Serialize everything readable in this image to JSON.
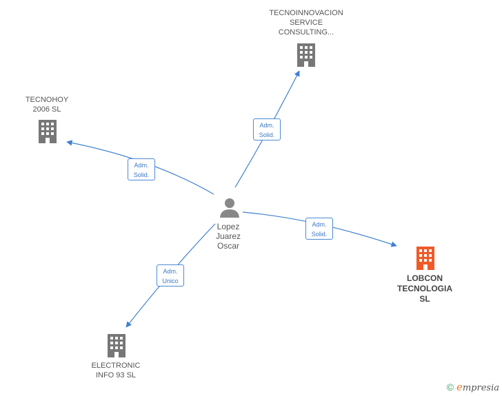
{
  "colors": {
    "edge": "#3d7fd0",
    "building": "#777777",
    "building_highlight": "#f05a28",
    "person": "#888888"
  },
  "person": {
    "name_lines": [
      "Lopez",
      "Juarez",
      "Oscar"
    ],
    "icon": "person-icon"
  },
  "companies": [
    {
      "id": "tecnoinnovacion",
      "lines": [
        "TECNOINNOVACION",
        "SERVICE",
        "CONSULTING..."
      ],
      "icon": "building-icon",
      "highlight": false
    },
    {
      "id": "tecnohoy",
      "lines": [
        "TECNOHOY",
        "2006 SL"
      ],
      "icon": "building-icon",
      "highlight": false
    },
    {
      "id": "lobcon",
      "lines": [
        "LOBCON",
        "TECNOLOGIA",
        "SL"
      ],
      "icon": "building-icon",
      "highlight": true
    },
    {
      "id": "electronic",
      "lines": [
        "ELECTRONIC",
        "INFO 93 SL"
      ],
      "icon": "building-icon",
      "highlight": false
    }
  ],
  "relations": [
    {
      "target": "tecnoinnovacion",
      "lines": [
        "Adm.",
        "Solid."
      ]
    },
    {
      "target": "tecnohoy",
      "lines": [
        "Adm.",
        "Solid."
      ]
    },
    {
      "target": "lobcon",
      "lines": [
        "Adm.",
        "Solid."
      ]
    },
    {
      "target": "electronic",
      "lines": [
        "Adm.",
        "Unico"
      ]
    }
  ],
  "footer": {
    "copyright_symbol": "©",
    "brand_initial": "e",
    "brand_rest": "mpresia"
  }
}
